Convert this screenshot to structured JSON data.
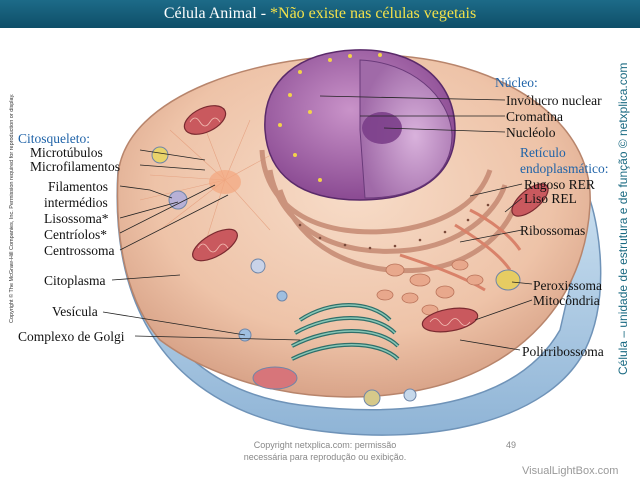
{
  "title": {
    "main": "Célula Animal - ",
    "highlight": "*Não existe nas células vegetais"
  },
  "labels": {
    "nucleo": "Núcleo:",
    "involucro": "Invólucro nuclear",
    "cromatina": "Cromatina",
    "nucleolo": "Nucléolo",
    "reticulo1": "Retículo",
    "reticulo2": "endoplasmático:",
    "rugoso": "Rugoso RER",
    "liso": "Liso REL",
    "ribossomas": "Ribossomas",
    "peroxissoma": "Peroxissoma",
    "mitocondria": "Mitocôndria",
    "polirribossoma": "Polirribossoma",
    "citosqueleto": "Citosqueleto:",
    "microtubulos": "Microtúbulos",
    "microfilamentos": "Microfilamentos",
    "filamentos1": "Filamentos",
    "filamentos2": "intermédios",
    "lisossoma": "Lisossoma*",
    "centriolos": "Centríolos*",
    "centrossoma": "Centrossoma",
    "citoplasma": "Citoplasma",
    "vesicula": "Vesícula",
    "golgi": "Complexo de Golgi"
  },
  "side_text": "Célula – unidade de estrutura e de função © netxplica.com",
  "copyright_side": "Copyright © The McGraw-Hill Companies, Inc. Permission required for reproduction or display.",
  "footer": {
    "line1": "Copyright netxplica.com: permissão",
    "line2": "necessária para reprodução ou exibição."
  },
  "page_number": "49",
  "watermark": "VisualLightBox.com",
  "colors": {
    "title_bg": "#0e4f68",
    "title_highlight": "#f2e14a",
    "blue_label": "#1f63a8",
    "side_text": "#1a6a82"
  }
}
